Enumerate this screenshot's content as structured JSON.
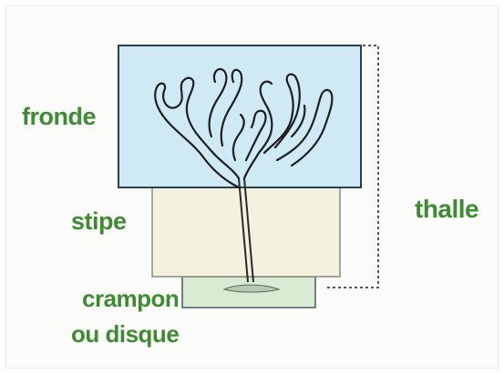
{
  "labels": {
    "fronde": "fronde",
    "stipe": "stipe",
    "crampon": "crampon",
    "disque": "ou disque",
    "thalle": "thalle"
  },
  "colors": {
    "fronde_fill": "#cfe9f5",
    "stipe_fill": "#f4f1df",
    "crampon_fill": "#d9ecd3",
    "label_text": "#3f8a35",
    "outline": "#2b3f52"
  }
}
